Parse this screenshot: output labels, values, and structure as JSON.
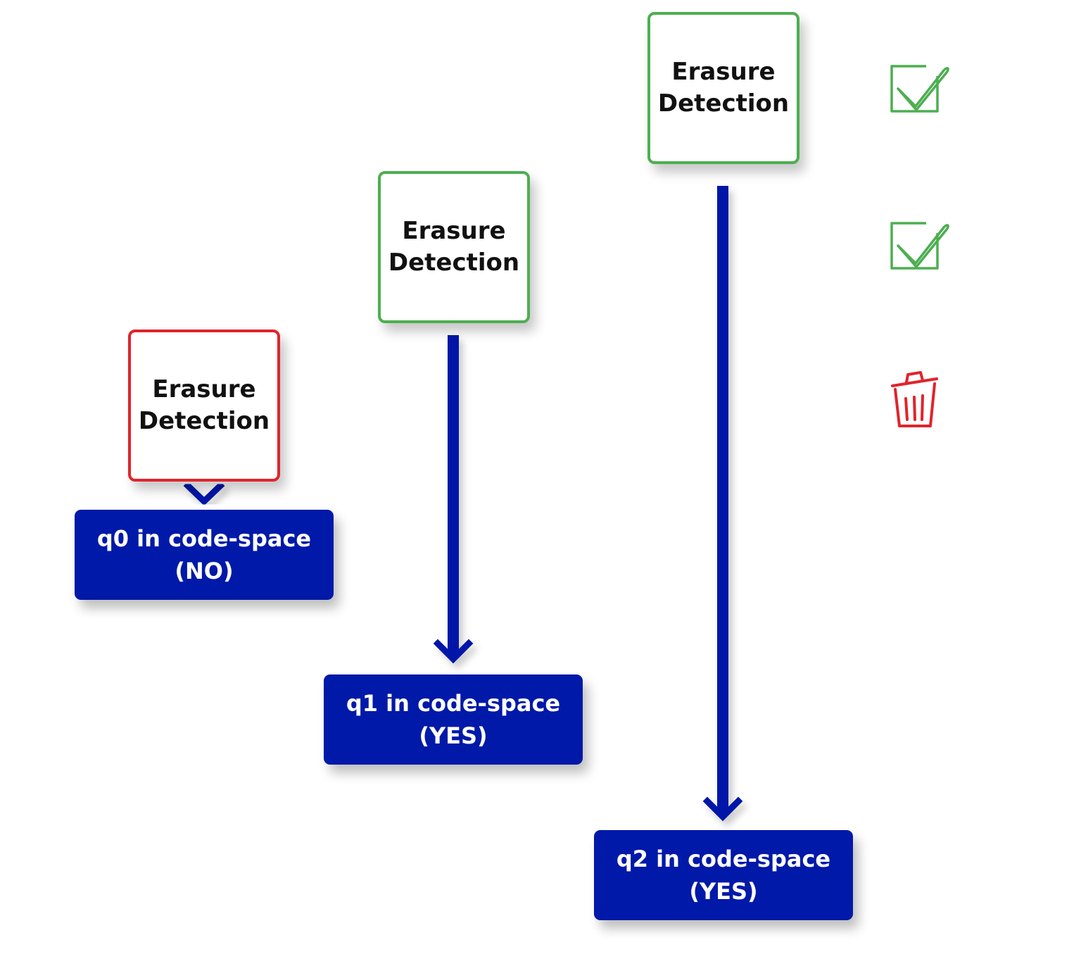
{
  "stages": [
    {
      "id": "q0",
      "detector": {
        "line1": "Erasure",
        "line2": "Detection",
        "status": "fail"
      },
      "result": {
        "line1": "q0 in code-space",
        "line2": "(NO)"
      }
    },
    {
      "id": "q1",
      "detector": {
        "line1": "Erasure",
        "line2": "Detection",
        "status": "pass"
      },
      "result": {
        "line1": "q1 in code-space",
        "line2": "(YES)"
      }
    },
    {
      "id": "q2",
      "detector": {
        "line1": "Erasure",
        "line2": "Detection",
        "status": "pass"
      },
      "result": {
        "line1": "q2 in code-space",
        "line2": "(YES)"
      }
    }
  ],
  "status_icons": [
    "checkmark-icon",
    "checkmark-icon",
    "trash-icon"
  ],
  "colors": {
    "pass": "#4caf50",
    "fail": "#e0242c",
    "arrow": "#0019a8",
    "result_bg": "#0019a8"
  }
}
